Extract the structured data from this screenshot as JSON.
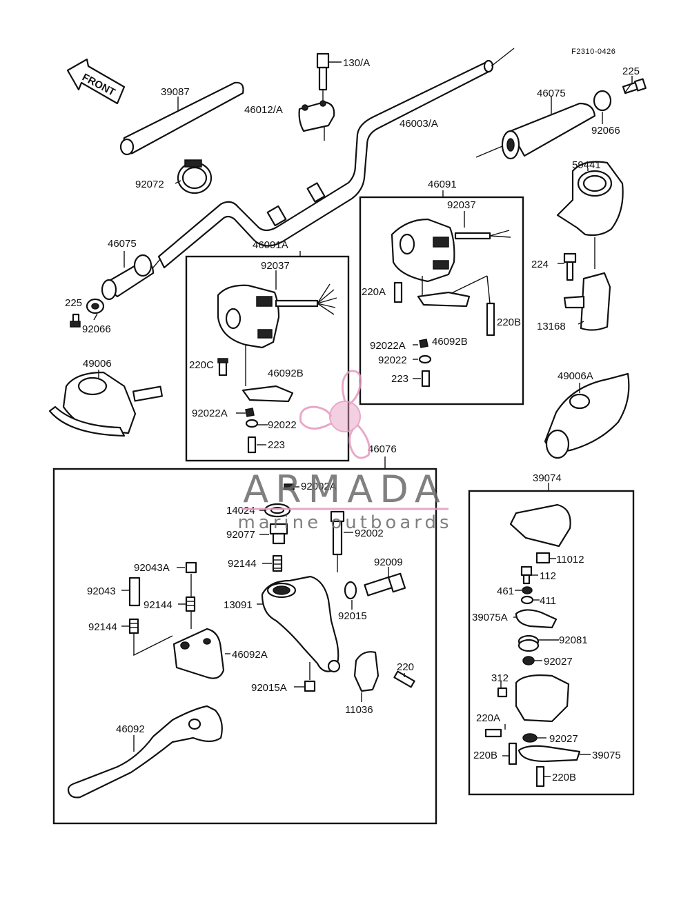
{
  "figure_code": "F2310-0426",
  "front_arrow_label": "FRONT",
  "watermark": {
    "brand": "ARMADA",
    "tagline": "marine outboards",
    "accent_color": "#e59ac0",
    "text_color": "#6b6b6b"
  },
  "parts": {
    "p130A": "130/A",
    "p39087": "39087",
    "p46012A": "46012/A",
    "p46003A": "46003/A",
    "p225_top": "225",
    "p46075_top": "46075",
    "p92066_top": "92066",
    "p92072": "92072",
    "p59441": "59441",
    "p46075_left": "46075",
    "p225_left": "225",
    "p92066_left": "92066",
    "p46091": "46091",
    "p92037_right": "92037",
    "p220A_right": "220A",
    "p220B_right": "220B",
    "p46092B_right": "46092B",
    "p92022A_right": "92022A",
    "p92022_right": "92022",
    "p223_right": "223",
    "p224": "224",
    "p13168": "13168",
    "p46091A": "46091A",
    "p92037_left": "92037",
    "p220C": "220C",
    "p46092B_left": "46092B",
    "p92022A_left": "92022A",
    "p92022_left": "92022",
    "p223_left": "223",
    "p49006": "49006",
    "p49006A": "49006A",
    "p46076": "46076",
    "p92002A": "92002A",
    "p14024": "14024",
    "p92077": "92077",
    "p92002": "92002",
    "p92144_a": "92144",
    "p92009": "92009",
    "p92043A": "92043A",
    "p92043": "92043",
    "p92144_b": "92144",
    "p92144_c": "92144",
    "p13091": "13091",
    "p92015": "92015",
    "p46092A": "46092A",
    "p92015A": "92015A",
    "p220": "220",
    "p11036": "11036",
    "p46092": "46092",
    "p39074": "39074",
    "p11012": "11012",
    "p112": "112",
    "p461": "461",
    "p411": "411",
    "p39075A": "39075A",
    "p92081": "92081",
    "p92027_a": "92027",
    "p312": "312",
    "p220A_box": "220A",
    "p92027_b": "92027",
    "p220B_a": "220B",
    "p39075": "39075",
    "p220B_b": "220B"
  }
}
